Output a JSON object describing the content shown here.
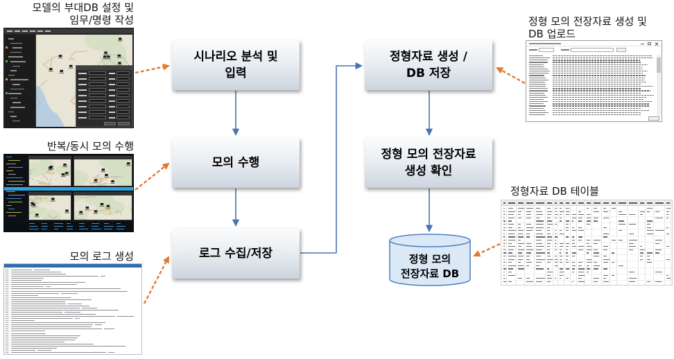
{
  "captions": {
    "unit_setup": {
      "line1": "모델의 부대DB 설정 및",
      "line2": "임무/명령 작성"
    },
    "repeated_run": {
      "line1": "반복/동시 모의 수행"
    },
    "log_generation": {
      "line1": "모의 로그 생성"
    },
    "data_upload": {
      "line1": "정형 모의 전장자료 생성 및",
      "line2": "DB 업로드"
    },
    "db_table": {
      "line1": "정형자료 DB 테이블"
    }
  },
  "process": {
    "scenario": {
      "line1": "시나리오 분석 및",
      "line2": "입력"
    },
    "simulation": {
      "line1": "모의 수행"
    },
    "log_collection": {
      "line1": "로그 수집/저장"
    },
    "structured_data": {
      "line1": "정형자료 생성 /",
      "line2": "DB 저장"
    },
    "verification": {
      "line1": "정형 모의 전장자료",
      "line2": "생성 확인"
    },
    "database": {
      "line1": "정형 모의",
      "line2": "전장자료 DB"
    }
  },
  "colors": {
    "flow_arrow": "#4a72b0",
    "reference_arrow": "#e07a2e",
    "database_fill": "#dbe8f6",
    "database_outline": "#4b7fbf"
  }
}
